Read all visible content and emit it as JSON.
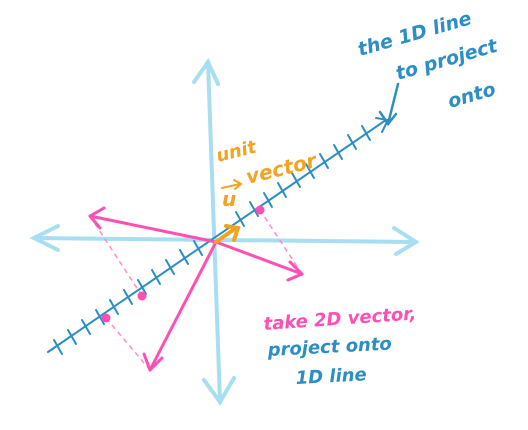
{
  "colors": {
    "axes": "#a8def2",
    "line": "#2b8ec4",
    "unit_vector": "#f2a31f",
    "vectors": "#ff4fb4",
    "projection": "#ff8ccc"
  },
  "labels": {
    "line_label": [
      "the 1D line",
      "to project",
      "onto"
    ],
    "unit_vector_label": [
      "unit",
      "vector"
    ],
    "unit_vector_symbol": "u",
    "vector_label": [
      "take 2D vector,",
      "project onto",
      "1D line"
    ]
  }
}
